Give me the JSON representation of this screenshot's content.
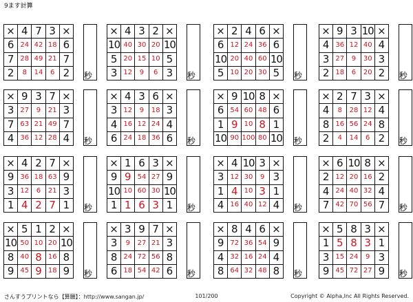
{
  "title": "9ます計算",
  "multiply_symbol": "×",
  "seconds_label": "秒",
  "footer": {
    "site": "さんすうプリントなら【算願】：http://www.sangan.jp/",
    "page": "101/200",
    "copyright": "Copyright © Alpha,Inc All Rights Reserved."
  },
  "puzzles": [
    {
      "top": [
        4,
        7,
        3
      ],
      "left": [
        6,
        7,
        2
      ],
      "cells": [
        [
          24,
          42,
          18
        ],
        [
          28,
          49,
          21
        ],
        [
          8,
          14,
          6
        ]
      ]
    },
    {
      "top": [
        4,
        3,
        2
      ],
      "left": [
        10,
        5,
        3
      ],
      "cells": [
        [
          40,
          30,
          20
        ],
        [
          20,
          15,
          10
        ],
        [
          12,
          9,
          6
        ]
      ]
    },
    {
      "top": [
        2,
        4,
        6
      ],
      "left": [
        6,
        10,
        5
      ],
      "cells": [
        [
          12,
          24,
          36
        ],
        [
          20,
          40,
          60
        ],
        [
          10,
          20,
          30
        ]
      ]
    },
    {
      "top": [
        9,
        3,
        10
      ],
      "left": [
        4,
        3,
        2
      ],
      "cells": [
        [
          36,
          12,
          40
        ],
        [
          27,
          9,
          30
        ],
        [
          18,
          6,
          20
        ]
      ]
    },
    {
      "top": [
        9,
        3,
        7
      ],
      "left": [
        3,
        7,
        4
      ],
      "cells": [
        [
          27,
          9,
          21
        ],
        [
          63,
          21,
          49
        ],
        [
          36,
          12,
          28
        ]
      ]
    },
    {
      "top": [
        4,
        3,
        6
      ],
      "left": [
        3,
        4,
        6
      ],
      "cells": [
        [
          12,
          9,
          18
        ],
        [
          16,
          12,
          24
        ],
        [
          24,
          18,
          36
        ]
      ]
    },
    {
      "top": [
        9,
        10,
        8
      ],
      "left": [
        6,
        1,
        10
      ],
      "cells": [
        [
          54,
          60,
          48
        ],
        [
          9,
          10,
          8
        ],
        [
          90,
          100,
          80
        ]
      ]
    },
    {
      "top": [
        2,
        7,
        3
      ],
      "left": [
        4,
        8,
        2
      ],
      "cells": [
        [
          8,
          28,
          12
        ],
        [
          16,
          56,
          24
        ],
        [
          4,
          14,
          6
        ]
      ]
    },
    {
      "top": [
        4,
        2,
        7
      ],
      "left": [
        9,
        3,
        1
      ],
      "cells": [
        [
          36,
          18,
          63
        ],
        [
          12,
          6,
          21
        ],
        [
          4,
          2,
          7
        ]
      ]
    },
    {
      "top": [
        1,
        6,
        3
      ],
      "left": [
        9,
        10,
        1
      ],
      "cells": [
        [
          9,
          54,
          27
        ],
        [
          10,
          60,
          30
        ],
        [
          1,
          6,
          3
        ]
      ]
    },
    {
      "top": [
        4,
        10,
        3
      ],
      "left": [
        3,
        1,
        4
      ],
      "cells": [
        [
          12,
          30,
          9
        ],
        [
          4,
          10,
          3
        ],
        [
          16,
          40,
          12
        ]
      ]
    },
    {
      "top": [
        6,
        10,
        8
      ],
      "left": [
        2,
        4,
        7
      ],
      "cells": [
        [
          12,
          20,
          16
        ],
        [
          24,
          40,
          32
        ],
        [
          42,
          70,
          56
        ]
      ]
    },
    {
      "top": [
        5,
        1,
        2
      ],
      "left": [
        10,
        8,
        9
      ],
      "cells": [
        [
          50,
          10,
          20
        ],
        [
          40,
          8,
          16
        ],
        [
          45,
          9,
          18
        ]
      ]
    },
    {
      "top": [
        3,
        9,
        7
      ],
      "left": [
        3,
        8,
        6
      ],
      "cells": [
        [
          9,
          27,
          21
        ],
        [
          24,
          72,
          56
        ],
        [
          18,
          54,
          42
        ]
      ]
    },
    {
      "top": [
        8,
        4,
        6
      ],
      "left": [
        9,
        4,
        8
      ],
      "cells": [
        [
          72,
          36,
          54
        ],
        [
          32,
          16,
          24
        ],
        [
          64,
          32,
          48
        ]
      ]
    },
    {
      "top": [
        5,
        8,
        3
      ],
      "left": [
        1,
        3,
        9
      ],
      "cells": [
        [
          5,
          8,
          3
        ],
        [
          15,
          24,
          9
        ],
        [
          45,
          72,
          27
        ]
      ]
    }
  ]
}
